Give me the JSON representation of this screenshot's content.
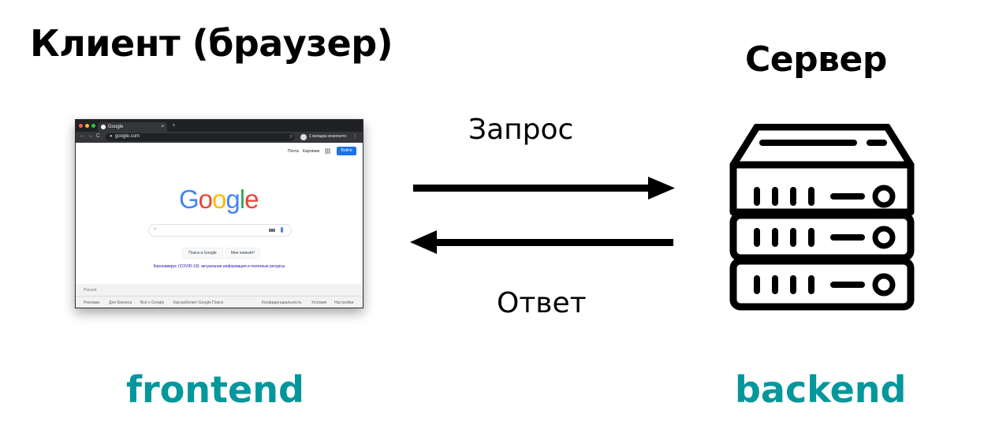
{
  "titles": {
    "client": "Клиент (браузер)",
    "server": "Сервер"
  },
  "arrows": {
    "request_label": "Запрос",
    "response_label": "Ответ"
  },
  "tech": {
    "frontend": "frontend",
    "backend": "backend",
    "color": "#03979c"
  },
  "browser": {
    "tab_title": "Google",
    "tab_close": "×",
    "new_tab": "+",
    "nav": {
      "back": "←",
      "forward": "→",
      "reload": "C"
    },
    "url": "google.com",
    "star": "☆",
    "incognito_text": "1 вкладка инкогнито",
    "menu": "⋮",
    "top_links": [
      "Почта",
      "Картинки"
    ],
    "signin_label": "Войти",
    "logo_letters": [
      "G",
      "o",
      "o",
      "g",
      "l",
      "e"
    ],
    "logo_colors": [
      "#4285f4",
      "#ea4335",
      "#fbbc05",
      "#4285f4",
      "#34a853",
      "#ea4335"
    ],
    "search_button": "Поиск в Google",
    "lucky_button": "Мне повезёт!",
    "covid_link": "Коронавирус (COVID-19): актуальная информация и полезные ресурсы",
    "footer_country": "Россия",
    "footer_left": [
      "Реклама",
      "Для бизнеса",
      "Всё о Google",
      "Как работает Google Поиск"
    ],
    "footer_right": [
      "Конфиденциальность",
      "Условия",
      "Настройки"
    ],
    "traffic_light_colors": [
      "#ff5f57",
      "#febc2e",
      "#28c840"
    ]
  }
}
